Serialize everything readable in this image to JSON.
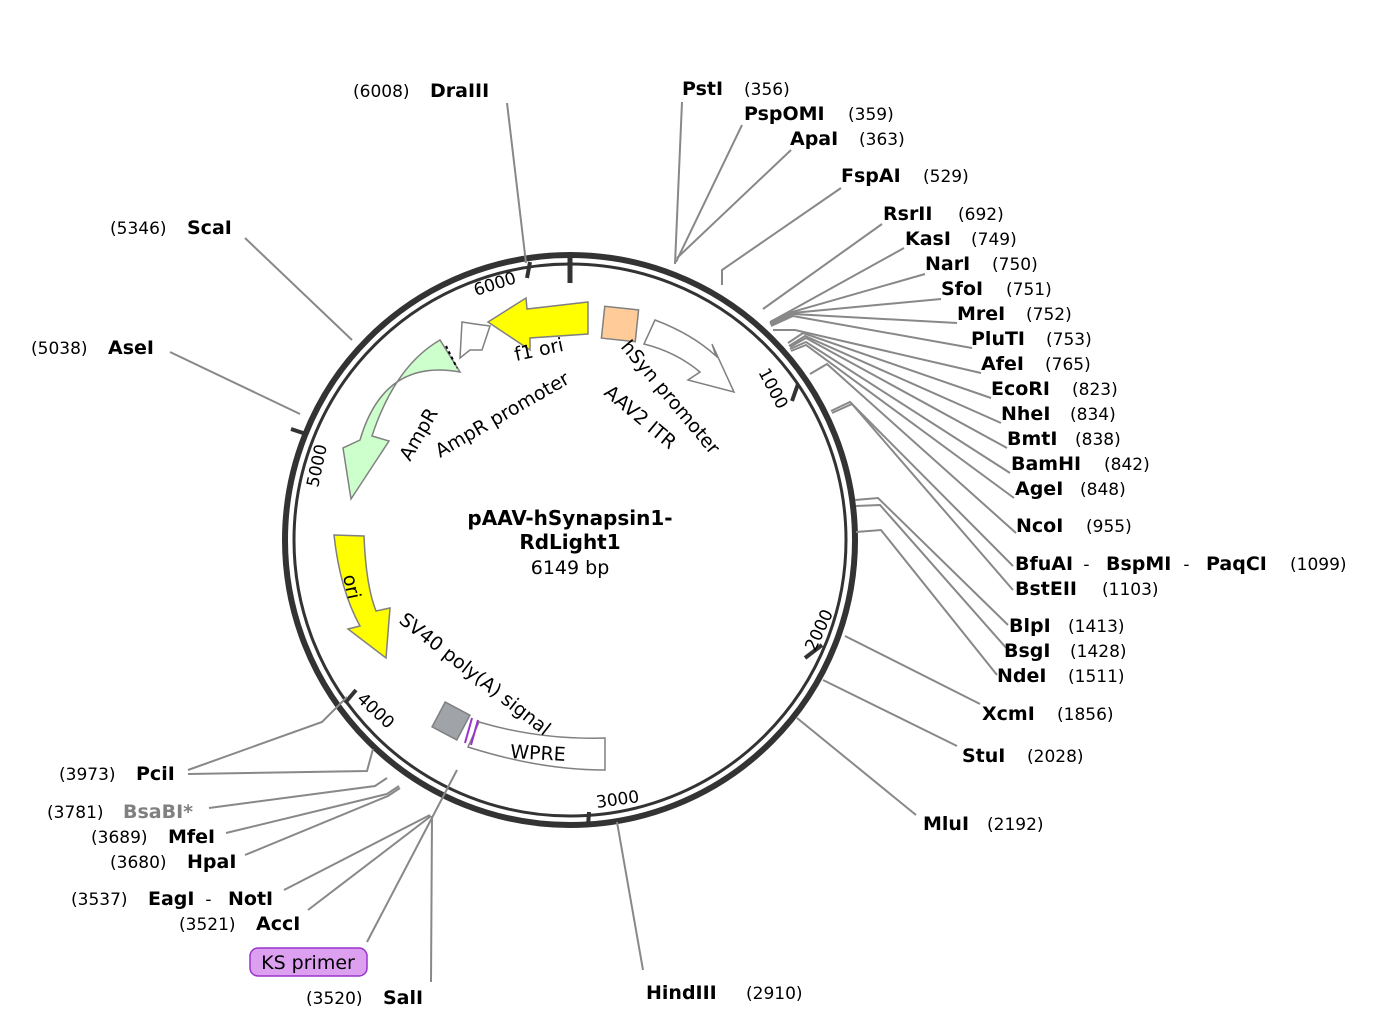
{
  "plasmid": {
    "name_line1": "pAAV-hSynapsin1-",
    "name_line2": "RdLight1",
    "size": "6149 bp"
  },
  "ruler_ticks": [
    "1000",
    "2000",
    "3000",
    "4000",
    "5000",
    "6000"
  ],
  "features": {
    "f1_ori": "f1 ori",
    "ampr_promoter": "AmpR promoter",
    "aav2_itr": "AAV2 ITR",
    "hsyn_promoter": "hSyn promoter",
    "ampr": "AmpR",
    "ori": "ori",
    "sv40_polya": "SV40 poly(A) signal",
    "wpre": "WPRE",
    "ks_primer": "KS primer"
  },
  "colors": {
    "backbone": "#333333",
    "leader": "#888888",
    "f1_ori": "#ffff00",
    "ori": "#ffff00",
    "ampr": "#ccffcc",
    "aav2_itr": "#ffcc99",
    "polya": "#a0a4a8",
    "wpre": "#ffffff",
    "ks_primer": "#dda0f0",
    "ks_primer_border": "#9933cc"
  },
  "sites": {
    "pstI": {
      "name": "PstI",
      "pos": "(356)"
    },
    "pspomI": {
      "name": "PspOMI",
      "pos": "(359)"
    },
    "apaI": {
      "name": "ApaI",
      "pos": "(363)"
    },
    "fspaI": {
      "name": "FspAI",
      "pos": "(529)"
    },
    "rsrII": {
      "name": "RsrII",
      "pos": "(692)"
    },
    "kasI": {
      "name": "KasI",
      "pos": "(749)"
    },
    "narI": {
      "name": "NarI",
      "pos": "(750)"
    },
    "sfoI": {
      "name": "SfoI",
      "pos": "(751)"
    },
    "mreI": {
      "name": "MreI",
      "pos": "(752)"
    },
    "plutI": {
      "name": "PluTI",
      "pos": "(753)"
    },
    "afeI": {
      "name": "AfeI",
      "pos": "(765)"
    },
    "ecoRI": {
      "name": "EcoRI",
      "pos": "(823)"
    },
    "nheI": {
      "name": "NheI",
      "pos": "(834)"
    },
    "bmtI": {
      "name": "BmtI",
      "pos": "(838)"
    },
    "bamHI": {
      "name": "BamHI",
      "pos": "(842)"
    },
    "ageI": {
      "name": "AgeI",
      "pos": "(848)"
    },
    "ncoI": {
      "name": "NcoI",
      "pos": "(955)"
    },
    "bfuAI": {
      "name": "BfuAI",
      "sep1": " - ",
      "name2": "BspMI",
      "sep2": " - ",
      "name3": "PaqCI",
      "pos": "(1099)"
    },
    "bstEII": {
      "name": "BstEII",
      "pos": "(1103)"
    },
    "blpI": {
      "name": "BlpI",
      "pos": "(1413)"
    },
    "bsgI": {
      "name": "BsgI",
      "pos": "(1428)"
    },
    "ndeI": {
      "name": "NdeI",
      "pos": "(1511)"
    },
    "xcmI": {
      "name": "XcmI",
      "pos": "(1856)"
    },
    "stuI": {
      "name": "StuI",
      "pos": "(2028)"
    },
    "mluI": {
      "name": "MluI",
      "pos": "(2192)"
    },
    "hindIII": {
      "name": "HindIII",
      "pos": "(2910)"
    },
    "salI": {
      "name": "SalI",
      "pos": "(3520)"
    },
    "accI": {
      "name": "AccI",
      "pos": "(3521)"
    },
    "eagI": {
      "name": "EagI",
      "sep": " - ",
      "name2": "NotI",
      "pos": "(3537)"
    },
    "hpaI": {
      "name": "HpaI",
      "pos": "(3680)"
    },
    "mfeI": {
      "name": "MfeI",
      "pos": "(3689)"
    },
    "bsaBI": {
      "name": "BsaBI*",
      "pos": "(3781)"
    },
    "pciI": {
      "name": "PciI",
      "pos": "(3973)"
    },
    "aseI": {
      "name": "AseI",
      "pos": "(5038)"
    },
    "scaI": {
      "name": "ScaI",
      "pos": "(5346)"
    },
    "draIII": {
      "name": "DraIII",
      "pos": "(6008)"
    }
  }
}
